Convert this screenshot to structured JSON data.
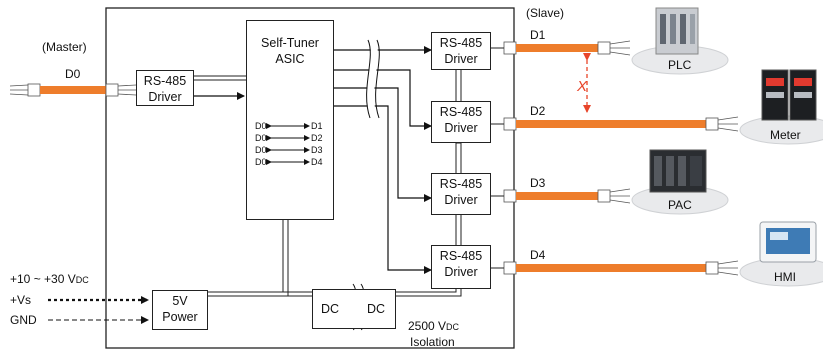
{
  "labels": {
    "master": "(Master)",
    "slave": "(Slave)",
    "d0": "D0",
    "d1": "D1",
    "d2": "D2",
    "d3": "D3",
    "d4": "D4",
    "voltage_range_prefix": "+10 ~ +30 V",
    "voltage_range_sub": "DC",
    "vs": "+Vs",
    "gnd": "GND",
    "isolation_prefix": "2500 V",
    "isolation_sub": "DC",
    "isolation_word": "Isolation",
    "cross_mark": "X"
  },
  "blocks": {
    "master_driver": {
      "line1": "RS-485",
      "line2": "Driver"
    },
    "asic": {
      "line1": "Self-Tuner",
      "line2": "ASIC"
    },
    "slave_drivers": [
      {
        "line1": "RS-485",
        "line2": "Driver"
      },
      {
        "line1": "RS-485",
        "line2": "Driver"
      },
      {
        "line1": "RS-485",
        "line2": "Driver"
      },
      {
        "line1": "RS-485",
        "line2": "Driver"
      }
    ],
    "power": {
      "line1": "5V",
      "line2": "Power"
    },
    "dc_left": "DC",
    "dc_right": "DC"
  },
  "asic_mappings": [
    {
      "from": "D0",
      "to": "D1"
    },
    {
      "from": "D0",
      "to": "D2"
    },
    {
      "from": "D0",
      "to": "D3"
    },
    {
      "from": "D0",
      "to": "D4"
    }
  ],
  "devices": [
    {
      "label": "PLC"
    },
    {
      "label": "Meter"
    },
    {
      "label": "PAC"
    },
    {
      "label": "HMI"
    }
  ],
  "colors": {
    "cable": "#ee7d2b",
    "cross": "#e8452a",
    "line": "#222222",
    "disc": "#e9eaec"
  }
}
